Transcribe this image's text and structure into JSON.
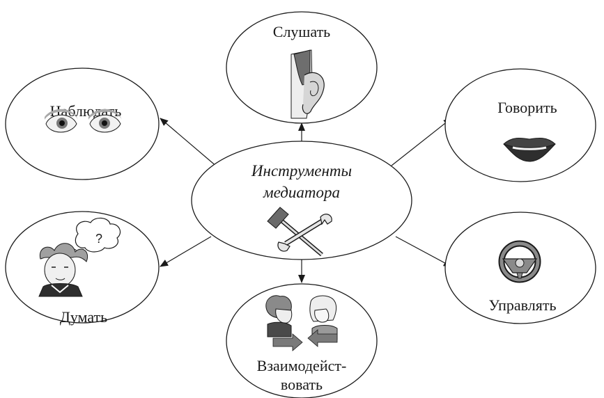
{
  "center": {
    "line1": "Инструменты",
    "line2": "медиатора",
    "icon": "hammer-wrench-icon"
  },
  "nodes": {
    "listen": {
      "label": "Слушать",
      "icon": "ear-icon"
    },
    "observe": {
      "label": "Наблюдать",
      "icon": "eyes-icon"
    },
    "speak": {
      "label": "Говорить",
      "icon": "mouth-icon"
    },
    "think": {
      "label": "Думать",
      "icon": "thinking-girl-icon",
      "bubble": "?"
    },
    "manage": {
      "label": "Управлять",
      "icon": "steering-wheel-icon"
    },
    "interact": {
      "line1": "Взаимодейст-",
      "line2": "вовать",
      "icon": "two-people-icon"
    }
  },
  "colors": {
    "line": "#1a1a1a",
    "fill_grey": "#bdbdbd",
    "skin": "#eeeeee"
  }
}
